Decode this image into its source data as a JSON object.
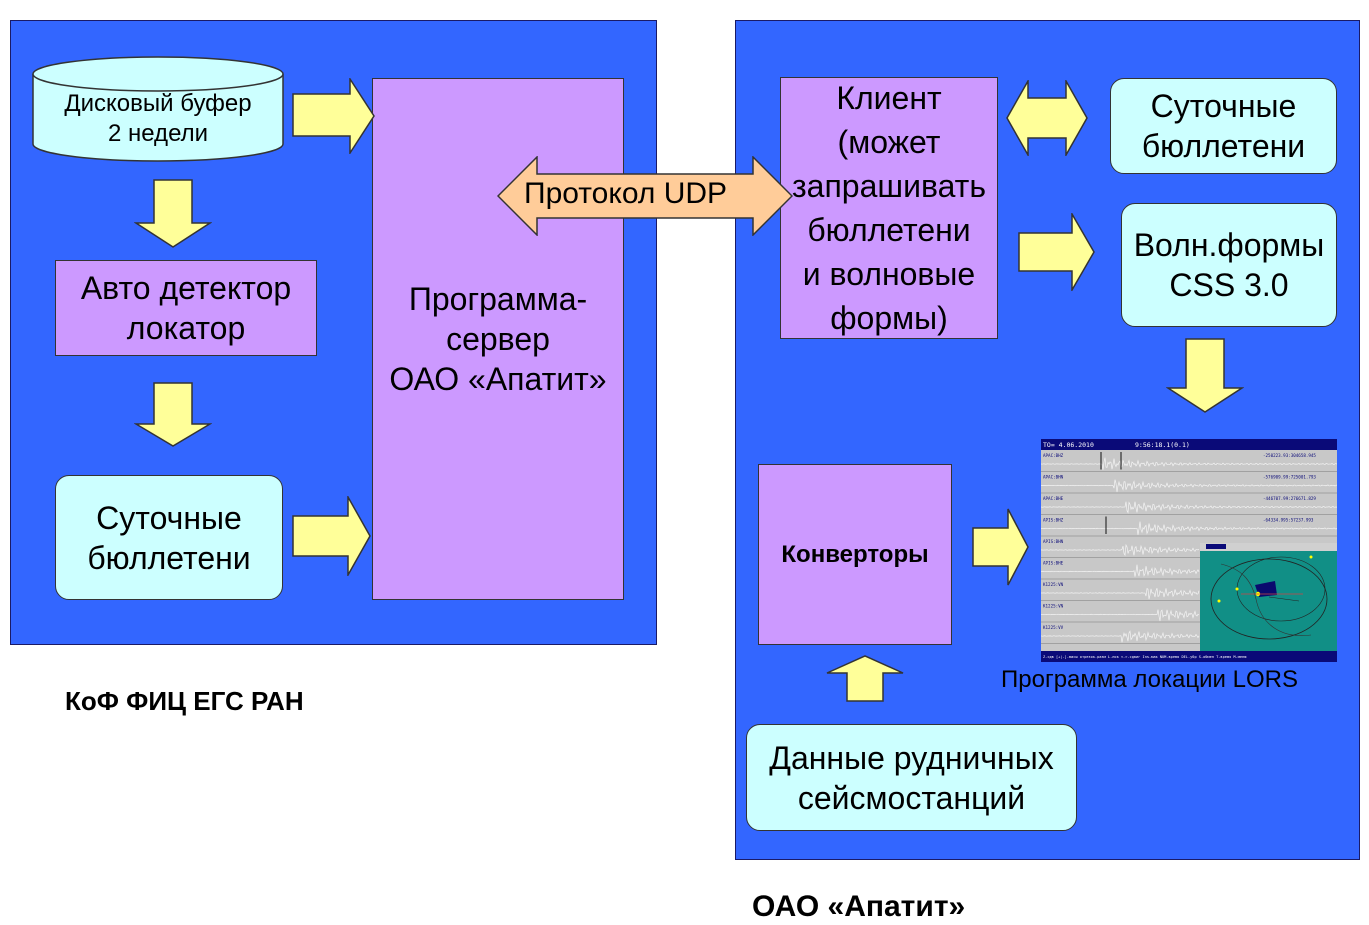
{
  "left_block": {
    "disk_buffer": "Дисковый буфер\n2 недели",
    "auto_detector": "Авто детектор\nлокатор",
    "daily_bulletins": "Суточные\nбюллетени",
    "server_program": "Программа-\nсервер\nОАО «Апатит»",
    "caption": "КоФ ФИЦ ЕГС РАН"
  },
  "protocol": {
    "label": "Протокол UDP"
  },
  "right_block": {
    "client": "Клиент\n(может\nзапрашивать\nбюллетени\nи волновые\nформы)",
    "daily_bulletins": "Суточные\nбюллетени",
    "waveforms": "Волн.формы\nCSS 3.0",
    "converters": "Конверторы",
    "mine_data": "Данные рудничных\nсейсмостанций",
    "lors_label": "Программа локации  LORS",
    "caption": "ОАО «Апатит»"
  },
  "lors_screenshot": {
    "header_left": "TO= 4.06.2010",
    "header_right": "9:56:18.1(0.1)",
    "channels": [
      {
        "name": "APAC:BHZ",
        "value": "-250223.93:304658.945"
      },
      {
        "name": "APAC:BHN",
        "value": "-576909.99:725001.793"
      },
      {
        "name": "APAC:BHE",
        "value": "-446707.99:276671.829"
      },
      {
        "name": "APIS:BHZ",
        "value": "-64334.995:57237.993"
      },
      {
        "name": "APIS:BHN",
        "value": ""
      },
      {
        "name": "APIS:BHE",
        "value": ""
      },
      {
        "name": "K1225:VN",
        "value": ""
      },
      {
        "name": "K1225:VN",
        "value": ""
      },
      {
        "name": "K1225:VV",
        "value": ""
      }
    ],
    "status_bar": "Z-сдв [+|-]-масш отрезок-разм L-лок <->-сдвиг Ins-мак NUM-время DEL-убр S-обмен T-время M-меню"
  },
  "colors": {
    "panel": "#3366ff",
    "violet_box": "#cc99ff",
    "cyan_box": "#ccffff",
    "arrow": "#ffff99",
    "udp_arrow": "#ffcc99"
  }
}
